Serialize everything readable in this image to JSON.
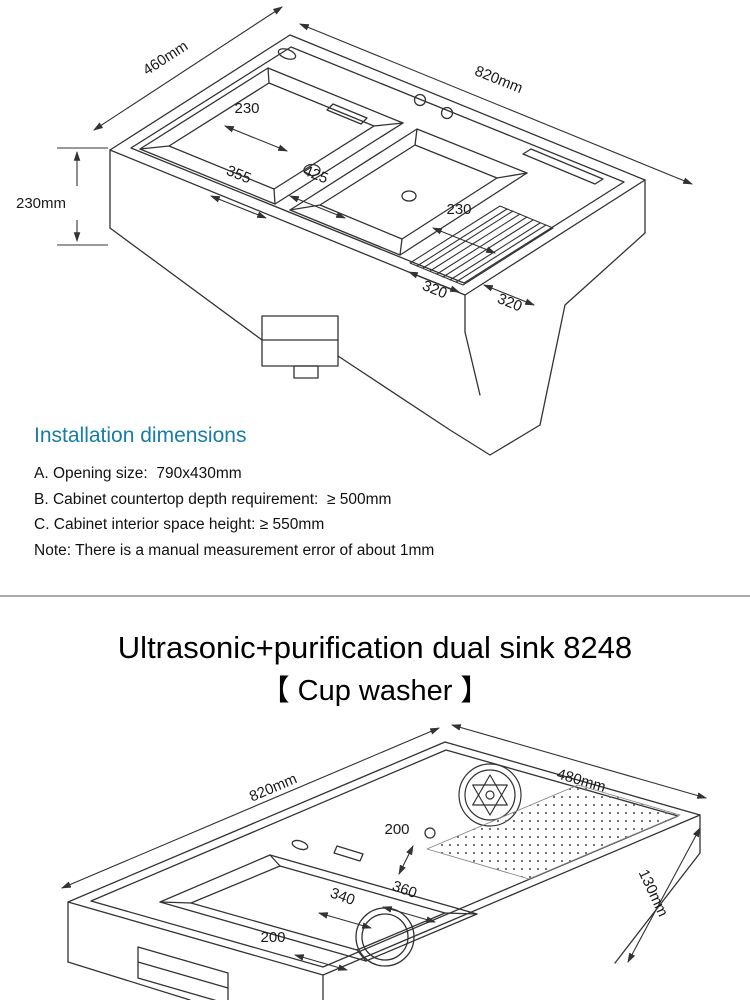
{
  "installation": {
    "heading": "Installation dimensions",
    "lines": [
      "A. Opening size:  790x430mm",
      "B. Cabinet countertop depth requirement:  ≥ 500mm",
      "C. Cabinet interior space height: ≥ 550mm",
      "Note: There is a manual measurement error of about 1mm"
    ]
  },
  "title": {
    "line1": "Ultrasonic+purification dual sink 8248",
    "line2": "【 Cup washer 】"
  },
  "diagram_top": {
    "dim_460": "460mm",
    "dim_820": "820mm",
    "dim_depth": "230mm",
    "dim_230_top": "230",
    "dim_355": "355",
    "dim_425": "425",
    "dim_230_mid": "230",
    "dim_320_a": "320",
    "dim_320_b": "320"
  },
  "diagram_bottom": {
    "dim_820": "820mm",
    "dim_480": "480mm",
    "dim_130": "130mm",
    "dim_200_top": "200",
    "dim_340": "340",
    "dim_360": "360",
    "dim_200_bottom": "200"
  },
  "colors": {
    "heading_accent": "#177ca6",
    "line_art": "#333333",
    "divider": "#ababab"
  }
}
